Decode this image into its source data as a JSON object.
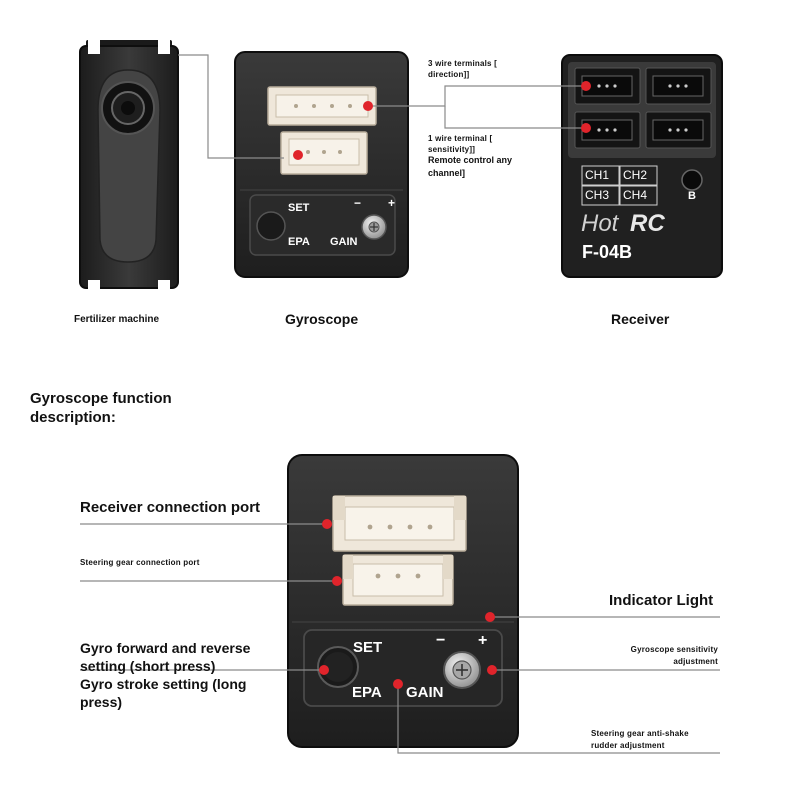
{
  "top_section": {
    "servo_label": "Fertilizer machine",
    "gyro_label": "Gyroscope",
    "receiver_label": "Receiver",
    "callout_3wire_line1": "3 wire terminals [",
    "callout_3wire_line2": "direction]]",
    "callout_1wire_line1": "1 wire terminal [",
    "callout_1wire_line2": "sensitivity]]",
    "callout_1wire_line3": "Remote control any",
    "callout_1wire_line4": "channel]",
    "gyro_set": "SET",
    "gyro_epa": "EPA",
    "gyro_gain": "GAIN",
    "gyro_minus": "−",
    "gyro_plus": "+",
    "receiver_ch1": "CH1",
    "receiver_ch2": "CH2",
    "receiver_ch3": "CH3",
    "receiver_ch4": "CH4",
    "receiver_bind": "B",
    "receiver_brand_hot": "Hot",
    "receiver_brand_rc": "RC",
    "receiver_model": "F-04B"
  },
  "function_section": {
    "heading_line1": "Gyroscope function",
    "heading_line2": "description:",
    "receiver_port_label": "Receiver connection port",
    "steering_port_label": "Steering gear connection port",
    "indicator_label": "Indicator Light",
    "gyro_mode_line1": "Gyro forward and reverse",
    "gyro_mode_line2": "setting (short press)",
    "gyro_mode_line3": "Gyro stroke setting (long",
    "gyro_mode_line4": "press)",
    "sensitivity_line1": "Gyroscope sensitivity",
    "sensitivity_line2": "adjustment",
    "antishake_line1": "Steering gear anti-shake",
    "antishake_line2": "rudder adjustment",
    "big_set": "SET",
    "big_epa": "EPA",
    "big_gain": "GAIN",
    "big_minus": "−",
    "big_plus": "+"
  },
  "colors": {
    "device_body": "#2a2a2a",
    "device_edge": "#111111",
    "connector": "#efe7da",
    "marker_red": "#e0242b",
    "leader_line": "#8a8a8a"
  }
}
